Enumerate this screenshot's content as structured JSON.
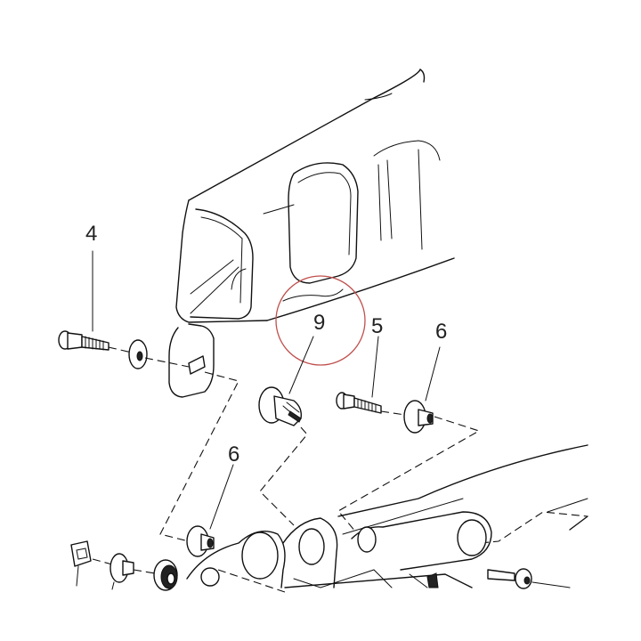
{
  "callouts": {
    "c4": "4",
    "c9": "9",
    "c5": "5",
    "c6a": "6",
    "c6b": "6"
  },
  "highlight_color": "#c0504d"
}
